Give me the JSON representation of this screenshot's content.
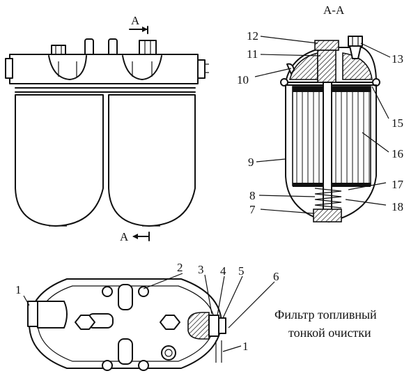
{
  "section_title": "А-А",
  "section_marks": {
    "top": "А",
    "bottom": "А"
  },
  "caption": {
    "line1": "Фильтр топливный",
    "line2": "тонкой очистки"
  },
  "callouts": {
    "c1a": "1",
    "c1b": "1",
    "c2": "2",
    "c3": "3",
    "c4": "4",
    "c5": "5",
    "c6": "6",
    "c7": "7",
    "c8": "8",
    "c9": "9",
    "c10": "10",
    "c11": "11",
    "c12": "12",
    "c13": "13",
    "c15": "15",
    "c16": "16",
    "c17": "17",
    "c18": "18"
  }
}
